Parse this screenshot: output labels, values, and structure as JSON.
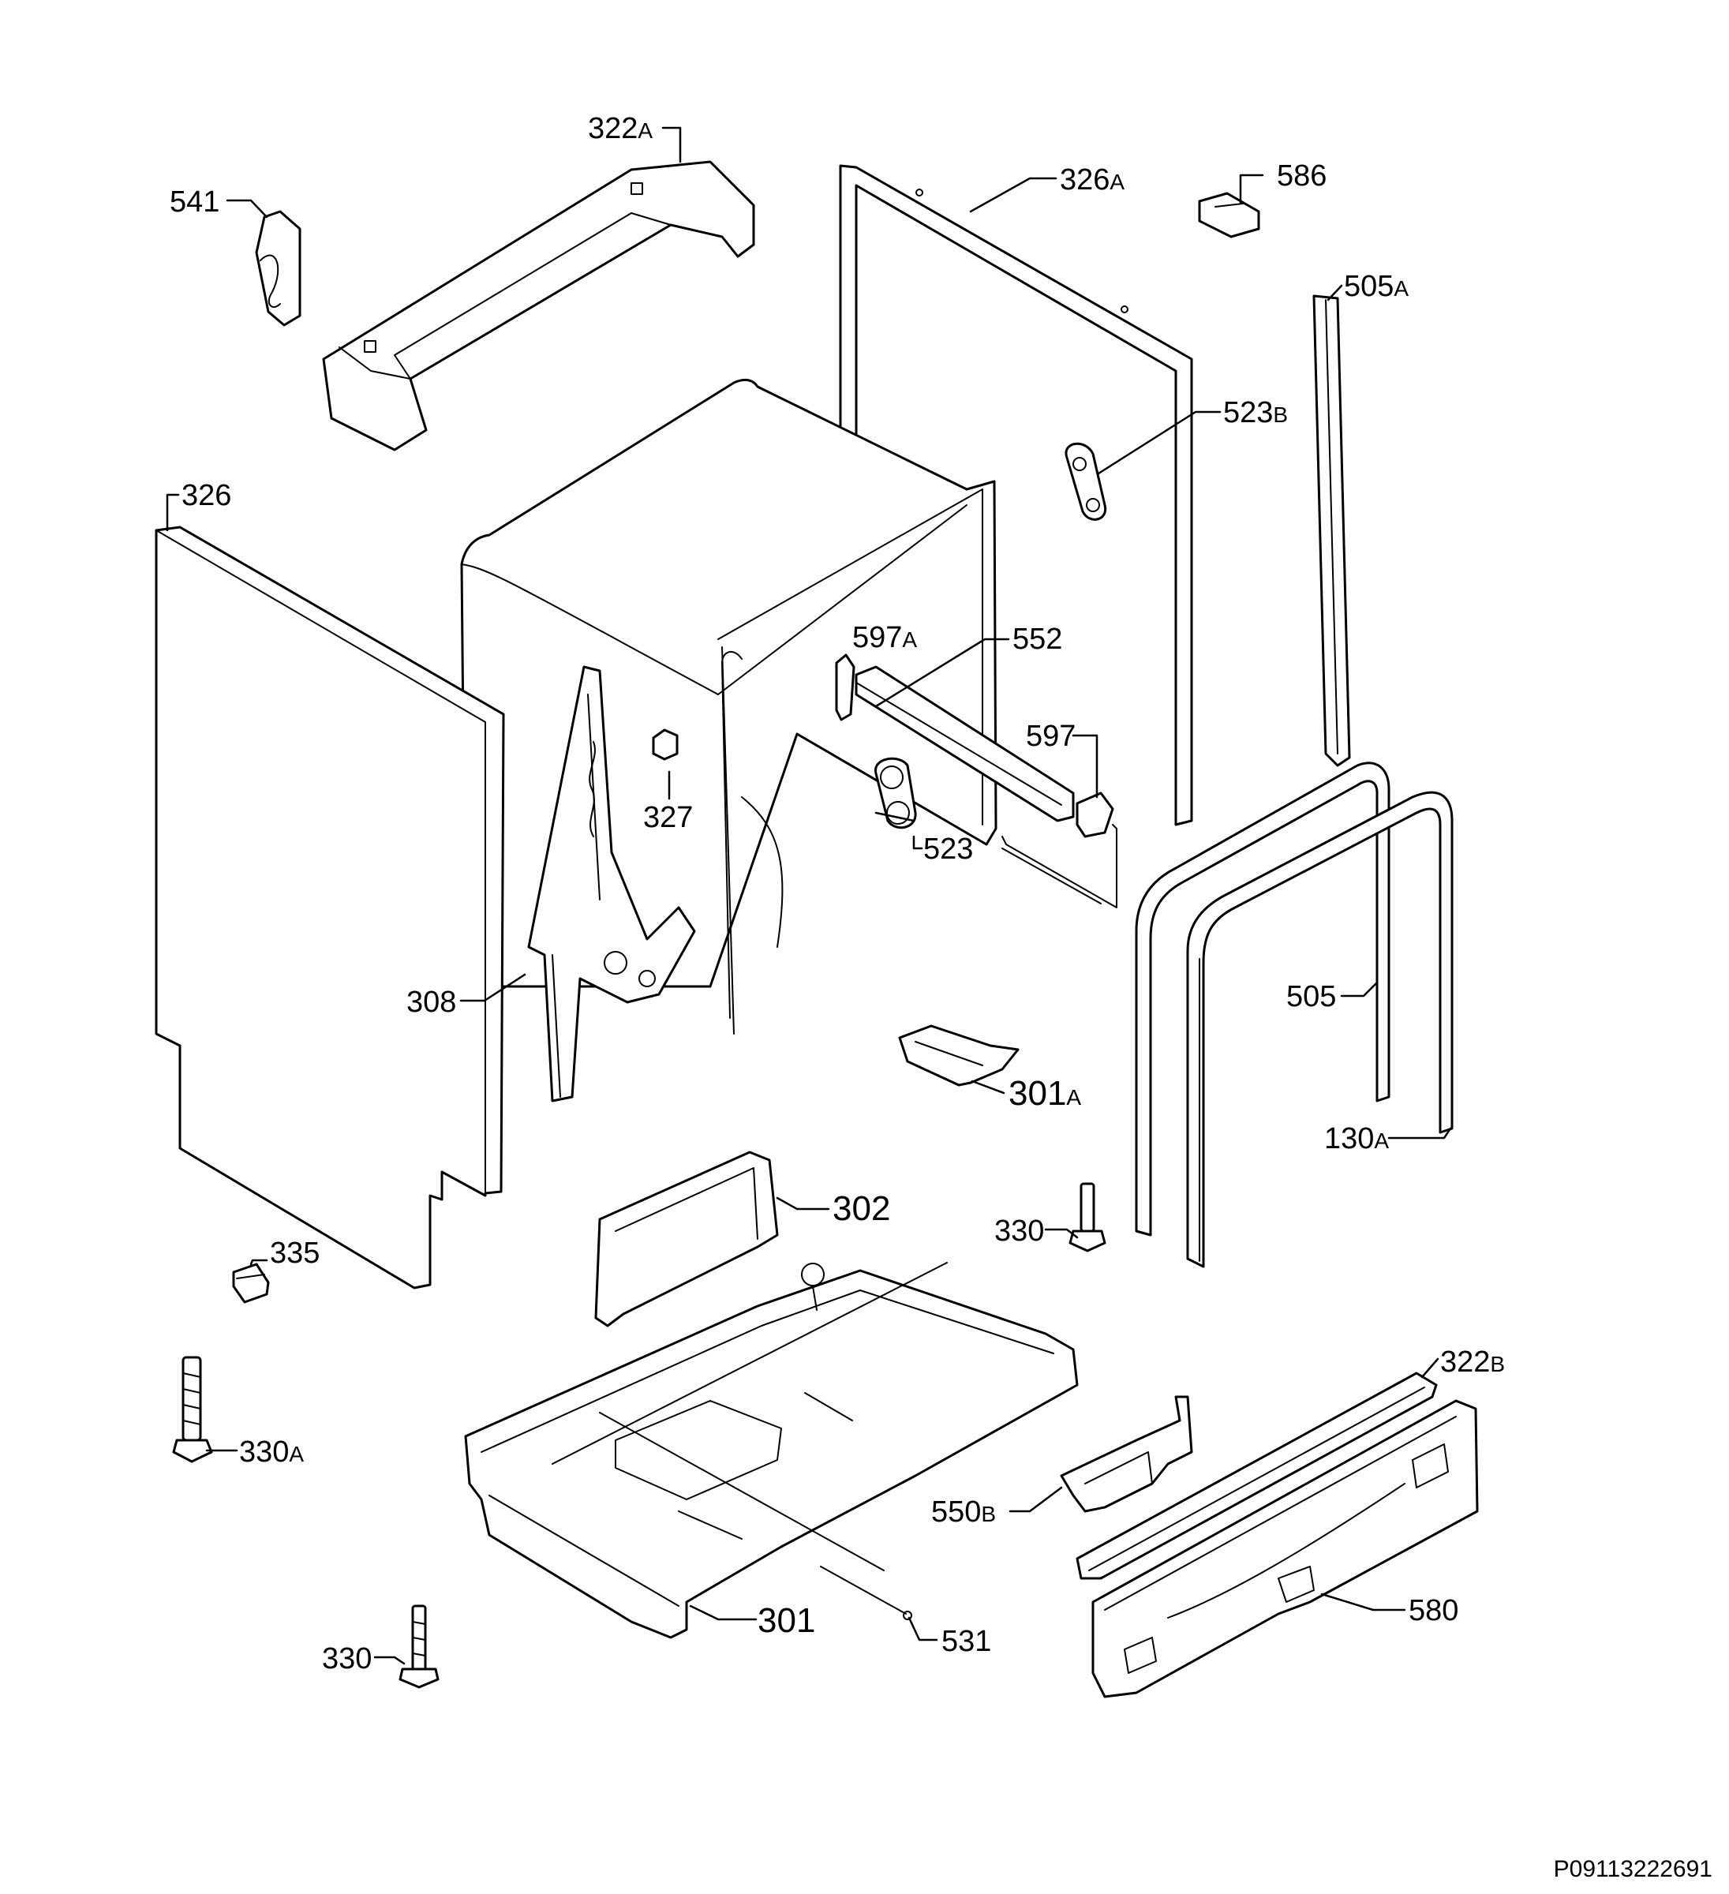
{
  "reference_code": "P09113222691",
  "labels": {
    "p541": {
      "num": "541",
      "suffix": ""
    },
    "p322a": {
      "num": "322",
      "suffix": "A"
    },
    "p326a": {
      "num": "326",
      "suffix": "A"
    },
    "p586": {
      "num": "586",
      "suffix": ""
    },
    "p505a": {
      "num": "505",
      "suffix": "A"
    },
    "p523b": {
      "num": "523",
      "suffix": "B"
    },
    "p326": {
      "num": "326",
      "suffix": ""
    },
    "p597a": {
      "num": "597",
      "suffix": "A"
    },
    "p552": {
      "num": "552",
      "suffix": ""
    },
    "p597": {
      "num": "597",
      "suffix": ""
    },
    "p327": {
      "num": "327",
      "suffix": ""
    },
    "p523": {
      "num": "523",
      "suffix": ""
    },
    "p308": {
      "num": "308",
      "suffix": ""
    },
    "p505": {
      "num": "505",
      "suffix": ""
    },
    "p301a": {
      "num": "301",
      "suffix": "A"
    },
    "p130a": {
      "num": "130",
      "suffix": "A"
    },
    "p302": {
      "num": "302",
      "suffix": ""
    },
    "p330_right": {
      "num": "330",
      "suffix": ""
    },
    "p335": {
      "num": "335",
      "suffix": ""
    },
    "p322b": {
      "num": "322",
      "suffix": "B"
    },
    "p330a": {
      "num": "330",
      "suffix": "A"
    },
    "p550b": {
      "num": "550",
      "suffix": "B"
    },
    "p580": {
      "num": "580",
      "suffix": ""
    },
    "p301": {
      "num": "301",
      "suffix": ""
    },
    "p531": {
      "num": "531",
      "suffix": ""
    },
    "p330_bottom": {
      "num": "330",
      "suffix": ""
    }
  }
}
